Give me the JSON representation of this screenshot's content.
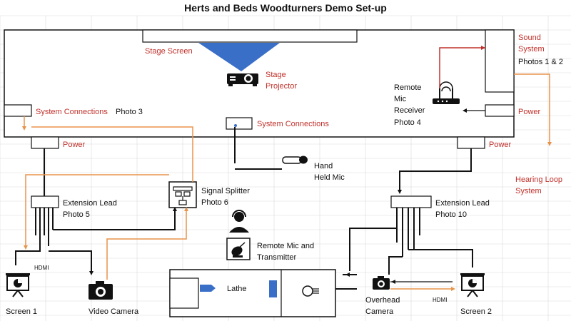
{
  "title": "Herts and Beds Woodturners Demo Set-up",
  "labels": {
    "stage_screen": "Stage Screen",
    "stage_projector_1": "Stage",
    "stage_projector_2": "Projector",
    "sound_system_1": "Sound",
    "sound_system_2": "System",
    "sound_photos": "Photos 1 & 2",
    "remote_mic_1": "Remote",
    "remote_mic_2": "Mic",
    "remote_mic_3": "Receiver",
    "remote_mic_4": "Photo 4",
    "power_right_upper": "Power",
    "sys_conn_left": "System Connections",
    "sys_conn_left_photo": "Photo 3",
    "sys_conn_center": "System Connections",
    "power_left": "Power",
    "power_right": "Power",
    "hand_mic_1": "Hand",
    "hand_mic_2": "Held Mic",
    "hearing_loop_1": "Hearing Loop",
    "hearing_loop_2": "System",
    "ext_lead_left_1": "Extension Lead",
    "ext_lead_left_2": "Photo 5",
    "splitter_1": "Signal Splitter",
    "splitter_2": "Photo 6",
    "ext_lead_right_1": "Extension Lead",
    "ext_lead_right_2": "Photo 10",
    "remote_tx_1": "Remote Mic and",
    "remote_tx_2": "Transmitter",
    "lathe": "Lathe",
    "hdmi_left": "HDMI",
    "hdmi_right": "HDMI",
    "screen1": "Screen 1",
    "video_camera": "Video Camera",
    "overhead_1": "Overhead",
    "overhead_2": "Camera",
    "screen2": "Screen 2"
  },
  "colors": {
    "cable_power": "#111111",
    "cable_video": "#e8944a",
    "cable_audio": "#c0302a",
    "projection": "#3a6fc8",
    "label_red": "#c0302a",
    "grid": "#d9d9d9"
  },
  "icons": [
    "projector-icon",
    "router-icon",
    "microphone-icon",
    "splitter-icon",
    "person-headset-icon",
    "transmitter-icon",
    "screen-icon",
    "camera-icon",
    "chuck-icon"
  ]
}
